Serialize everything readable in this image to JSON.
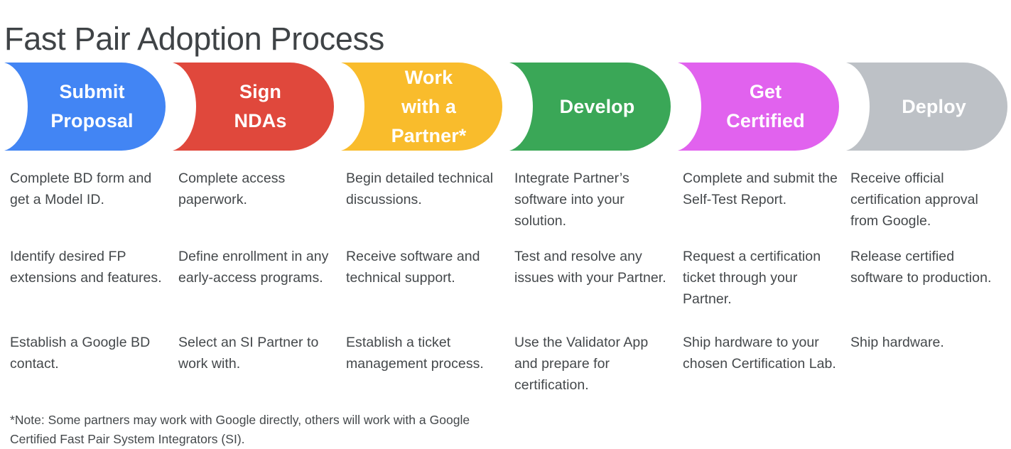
{
  "page": {
    "title": "Fast Pair Adoption Process",
    "background_color": "#ffffff",
    "text_color": "#44484b",
    "title_color": "#3f4346"
  },
  "stages": [
    {
      "id": "submit-proposal",
      "label": "Submit\nProposal",
      "color": "#4285f4",
      "items": [
        "Complete BD form and get a Model ID.",
        "Identify desired FP extensions and features.",
        "Establish a Google BD contact."
      ]
    },
    {
      "id": "sign-ndas",
      "label": "Sign\nNDAs",
      "color": "#e0483c",
      "items": [
        "Complete access paperwork.",
        "Define enrollment in any early-access programs.",
        "Select an SI Partner to work with."
      ]
    },
    {
      "id": "work-with-a-partner",
      "label": "Work\nwith a\nPartner*",
      "color": "#f9bc2c",
      "items": [
        "Begin detailed technical discussions.",
        "Receive software and technical support.",
        "Establish a ticket management process."
      ]
    },
    {
      "id": "develop",
      "label": "Develop",
      "color": "#3aa757",
      "items": [
        "Integrate Partner’s software into your solution.",
        "Test and resolve any issues with your Partner.",
        "Use the Validator App and prepare for certification."
      ]
    },
    {
      "id": "get-certified",
      "label": "Get\nCertified",
      "color": "#e162ee",
      "items": [
        "Complete and submit the Self-Test Report.",
        "Request a certification ticket through your Partner.",
        "Ship hardware to your chosen Certification Lab."
      ]
    },
    {
      "id": "deploy",
      "label": "Deploy",
      "color": "#bdc1c6",
      "items": [
        "Receive official certification approval from Google.",
        "Release certified software to production.",
        "Ship hardware."
      ]
    }
  ],
  "footnote": "*Note: Some partners may work with Google directly, others will work with a Google Certified Fast Pair System Integrators (SI)."
}
